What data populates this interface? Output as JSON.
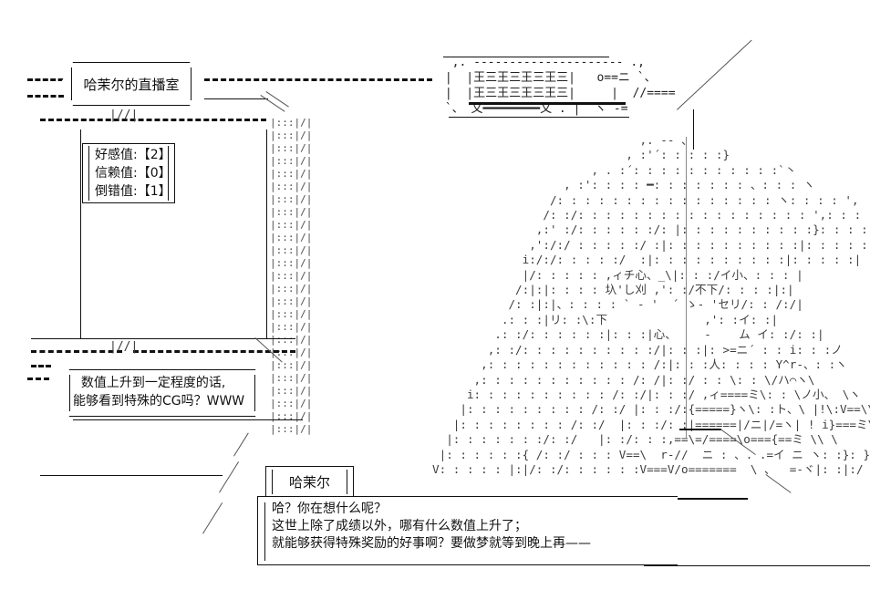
{
  "scene": {
    "title": "哈茉尔的直播室",
    "speaker": "哈茉尔"
  },
  "stats": {
    "items": [
      {
        "label": "好感值",
        "value": "【2】",
        "text": "好感值:【2】"
      },
      {
        "label": "信赖值",
        "value": "【0】",
        "text": "信赖值:【0】"
      },
      {
        "label": "倒错值",
        "value": "【1】",
        "text": "倒错值:【1】"
      }
    ]
  },
  "thought": {
    "line1": "数值上升到一定程度的话,",
    "line2": "能够看到特殊的CG吗？WWW",
    "text": "  数值上升到一定程度的话,\n能够看到特殊的CG吗？WWW"
  },
  "dialogue": {
    "line1": "哈？你在想什么呢？",
    "line2": "这世上除了成绩以外，哪有什么数值上升了；",
    "line3": "就能够获得特殊奖励的好事啊？要做梦就等到晚上再——",
    "text": "哈？你在想什么呢？\n这世上除了成绩以外，哪有什么数值上升了；\n就能够获得特殊奖励的好事啊？要做梦就等到晚上再——"
  },
  "art": {
    "blackboard": "  ,. --------------------- .,\n |  |王三王三王三王三|   o==ニ `、\n |  |王三王三王三王三|     |  //====\n `、 乂━━━━━━━━乂 . |  ヽ -=",
    "curtain_row": "|:::|/|",
    "rule_dashes": "= = = = = = = = = = = = = = = =",
    "figure": [
      "                    ,. -‐ 、",
      "                  , :'´: : : : :}",
      "             , . :´: : : : : : : : : : :`丶",
      "          , :': : : : ━: : : : : : : 、: : : ヽ",
      "        /: : : : : : : : : : : : : : : : ヽ: : : : ',",
      "       /: :/: : : : : : : : : : : : : : : : : ',: : : : :i",
      "      ,:' :/: : : : : :/: |: : : : : : : : : :}: : : : :|",
      "      ,':/:/ : : : : :/ :|: : : : : : : : : :|: : : : :|",
      "     i:/:/: : : : :/  :|: : : : : : : : : :|: : : : :|",
      "     |/: : : : : ,ィチ心、_\\|: : :/イ小、: : : |",
      "     /:|:|: : : : 圦'し刈 ,': :/不下/: : : :|:|",
      "     /: :|:|、: : : : ` ‐ '  ´ ゝ‐ 'セリ/: : /:/|",
      "    .: : :|リ: :\\:下              ,': :イ: :|",
      "   .: :/: : : : : :|: : :|心、    -    ム イ: :/: :|",
      "  ,: :/: : : : : : : : : :/|: : :|: >=ニ´ : : i: : :ノ",
      " ,: : : : : : : : : : : : /:|: : :人: : : : Y^r-、: :ヽ",
      ",: : : : : : : : : : : /: /|: :/ : : \\: : \\/ハ⌒ヽ\\",
      "i: : : : : : : : : : /: :/|: : :/ ,ィ====ミ\\: : \\ノ小、 \\ヽ",
      "|: : : : : : : : : /: :/ |: : :/:{=====}ヽ\\: :ト、\\ |!\\:V==\\\\",
      "|: : : : : : : : /: :/  |: : :/: :|======|/ニ|/=ヽ| ! i}===ミ\\",
      "|: : : : : : :/: :/   |: :/: : :,==\\=/====\\o==={==ミ \\\\ \\",
      "|: : : : : :{ /: :/ : : : V==\\  r-//  ニ : 、. .=イ ニ ヽ: :}: }",
      "V: : : : : |:|/: :/: : : : : :V===V/o=======  \\ 、  =-ヾ|: :|:/"
    ],
    "left_dash_runs": "= = = = = =|//|= = = = = = = = ="
  }
}
